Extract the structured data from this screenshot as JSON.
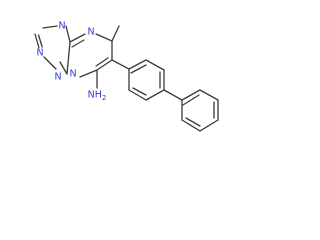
{
  "molecule": {
    "atoms": {
      "n_triazole_top": {
        "symbol": "N",
        "element": "nitrogen"
      },
      "n_pyrimidine_top": {
        "symbol": "N",
        "element": "nitrogen"
      },
      "n_triazole_left": {
        "symbol": "N",
        "element": "nitrogen"
      },
      "n_bridgehead": {
        "symbol": "N",
        "element": "nitrogen"
      },
      "n_triazole_bottom": {
        "symbol": "N",
        "element": "nitrogen"
      },
      "amino": {
        "symbol": "NH2",
        "element": "nitrogen"
      }
    },
    "colors": {
      "nitrogen": "#2f3ad6",
      "bond": "#3a3a3a",
      "background": "#ffffff"
    }
  }
}
